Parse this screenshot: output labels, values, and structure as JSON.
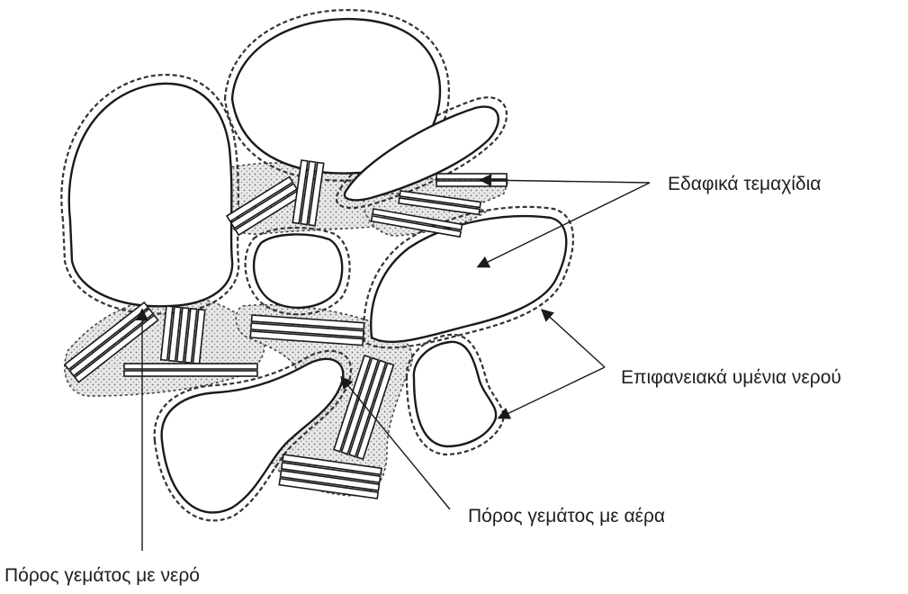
{
  "labels": {
    "soil_particles": "Εδαφικά τεμαχίδια",
    "surface_films": "Επιφανειακά υμένια νερού",
    "air_pore": "Πόρος γεμάτος με αέρα",
    "water_pore": "Πόρος γεμάτος με νερό"
  },
  "colors": {
    "ink": "#1a1a1a",
    "background": "#ffffff",
    "water_stipple": "#6a6a6a"
  }
}
